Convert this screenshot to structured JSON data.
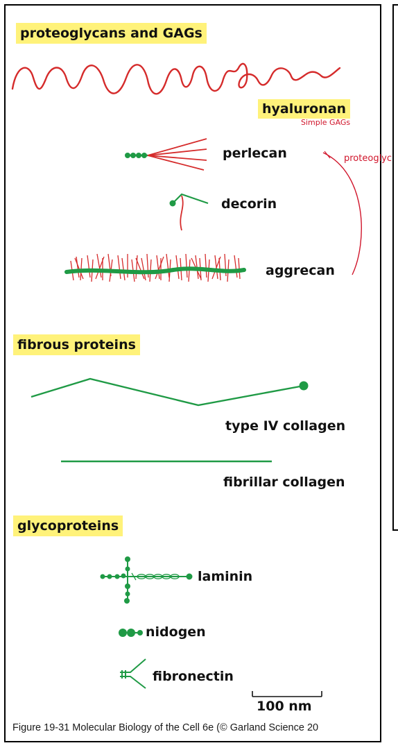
{
  "headings": {
    "proteoglycans": "proteoglycans and GAGs",
    "fibrous": "fibrous proteins",
    "glycoproteins": "glycoproteins"
  },
  "labels": {
    "hyaluronan": "hyaluronan",
    "perlecan": "perlecan",
    "decorin": "decorin",
    "aggrecan": "aggrecan",
    "type_iv_collagen": "type IV collagen",
    "fibrillar_collagen": "fibrillar collagen",
    "laminin": "laminin",
    "nidogen": "nidogen",
    "fibronectin": "fibronectin"
  },
  "scale_bar": {
    "label": "100 nm"
  },
  "annotations": {
    "simple_gags": "Simple GAGs",
    "proteoglycans": "proteoglyc"
  },
  "caption": "Figure 19-31 Molecular Biology of the Cell 6e (© Garland Science 20",
  "colors": {
    "heading_highlight": "#fff27a",
    "gag_red": "#d52b2b",
    "protein_green": "#1f9a45",
    "annotation_red": "#d0142a"
  }
}
